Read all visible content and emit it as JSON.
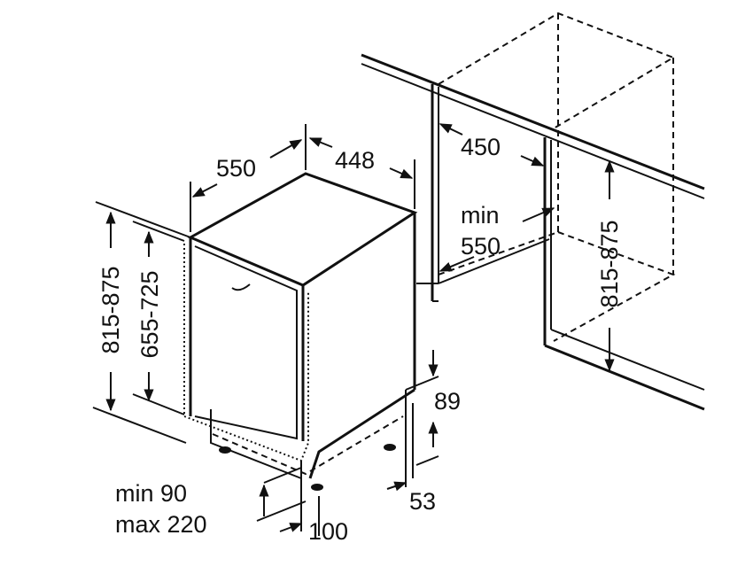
{
  "labels": {
    "depth": "550",
    "width": "448",
    "niche_width": "450",
    "niche_depth_min": "min",
    "niche_depth_value": "550",
    "height_left": "815-875",
    "door_height": "655-725",
    "height_right": "815-875",
    "plinth_89": "89",
    "plinth_53": "53",
    "plinth_min": "min 90",
    "plinth_max": "max 220",
    "plinth_depth": "100"
  }
}
